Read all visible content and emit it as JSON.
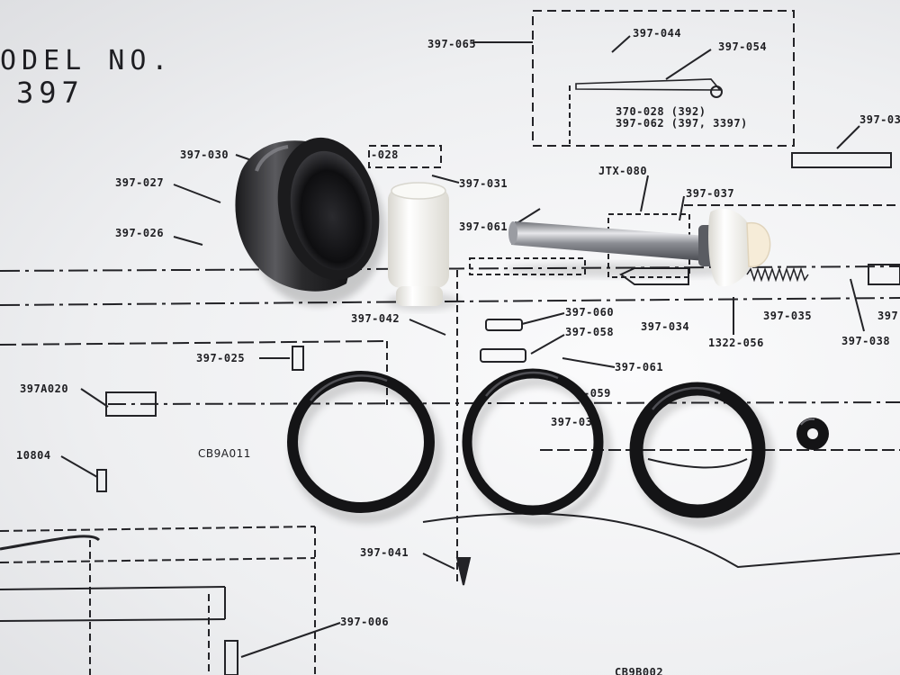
{
  "diagram": {
    "title_line1": "ODEL NO.",
    "title_line2": "397",
    "labels": {
      "p397_065": "397-065",
      "p397_044": "397-044",
      "p397_054": "397-054",
      "p370_028": "370-028 (392)",
      "p397_062": "397-062 (397, 3397)",
      "p397_03x": "397-03",
      "p397_030": "397-030",
      "p028": "-028",
      "p397_027": "397-027",
      "p397_031": "397-031",
      "pjtx_080": "JTX-080",
      "p397_037": "397-037",
      "p397_026": "397-026",
      "p397_061a": "397-061",
      "p397_042": "397-042",
      "p397_060": "397-060",
      "p397_034": "397-034",
      "p397_035": "397-035",
      "p397_x": "397",
      "p397_058": "397-058",
      "p1322_056": "1322-056",
      "p397_038": "397-038",
      "p397_025": "397-025",
      "p397_061b": "397-061",
      "p397a020": "397A020",
      "p059": "-059",
      "p397_039": "397-039",
      "p10804": "10804",
      "pcb9a011": "CB9A011",
      "p397_041": "397-041",
      "p397_006": "397-006",
      "pcb9b002": "CB9B002"
    }
  },
  "colors": {
    "paper": "#f4f4f6",
    "ink": "#1e1e22",
    "rubber": "#141416",
    "nylon": "#f2f1ec",
    "steel": "#9a9ca2"
  }
}
